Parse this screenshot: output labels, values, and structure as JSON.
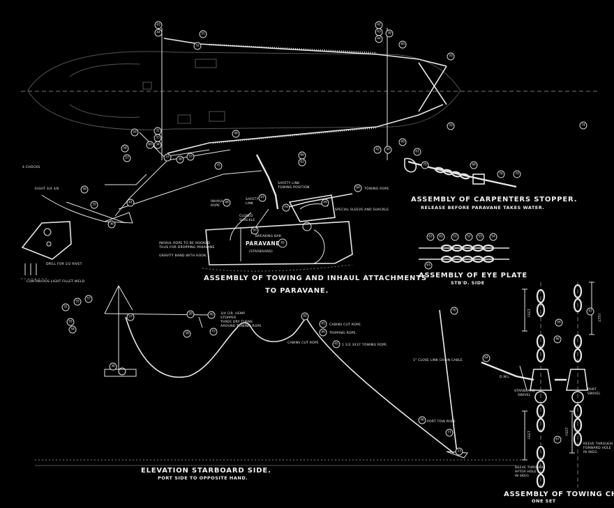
{
  "titles": {
    "towing_assembly": "ASSEMBLY OF TOWING AND INHAUL ATTACHMENTS",
    "towing_assembly_2": "TO PARAVANE.",
    "carpenters": "ASSEMBLY OF CARPENTERS STOPPER.",
    "carpenters_sub": "RELEASE BEFORE PARAVANE TAKES WATER.",
    "eye_plate": "ASSEMBLY OF EYE PLATE",
    "eye_plate_sub": "STB'D. SIDE",
    "elevation": "ELEVATION STARBOARD SIDE.",
    "elevation_sub": "PORT SIDE TO OPPOSITE HAND.",
    "towing_chains": "ASSEMBLY OF TOWING CHAINS",
    "towing_chains_sub": "ONE SET"
  },
  "paravane": {
    "label": "PARAVANE",
    "side": "(STARBOARD)",
    "number": "45"
  },
  "notes": {
    "towing_rope": "TOWING ROPE",
    "safety_link_position": "SAFETY LINK",
    "towing_position": "TOWING POSITION",
    "special_sleeve": "SPECIAL SLEEVE AND SHACKLE.",
    "inhaul_rope": "INHAUL",
    "inhaul_rope_2": "ROPE",
    "safety": "SAFETY",
    "link": "LINK",
    "closed": "CLOSED",
    "shackle": "SHACKLE",
    "breaking_bar": "BREAKING BAR",
    "inhaul_hooked": "INHAUL ROPE TO BE HOOKED",
    "inhaul_hooked_2": "THUS FOR DROPPING PARAVANE",
    "gravity_band": "GRAVITY BAND WITH HOOK.",
    "chocks": "4 CHOCKS",
    "eight": "EIGHT 3/4 3/8",
    "drill": "DRILL FOR 1/2 RIVET",
    "fillet": "CONTINUOUS LIGHT FILLET WELD",
    "stopper": "3/4 CIR. HEMP",
    "stopper_2": "STOPPER",
    "stopper_3": "THREE DRY TURNS",
    "stopper_4": "AROUND TOWING ROPE",
    "cabins_cut": "CABINS CUT ROPE.",
    "tripping": "TRIPPING ROPE.",
    "cabins_cut_rope": "CABINS CUT ROPE",
    "towing_rope_spec": "1 1/2 3X37 TOWING ROPE.",
    "close_link": "1\" CLOSE LINK CHAIN CABLE",
    "port_tow": "PORT TOW ROPE",
    "dwl": "D.W.L.",
    "stbd_swivel": "STARBOARD",
    "stbd_swivel_2": "SWIVEL",
    "port_swivel": "PORT",
    "port_swivel_2": "SWIVEL",
    "reeve_after": "REEVE THROUGH",
    "reeve_after_2": "AFTER HOLE",
    "reeve_after_3": "IN SKEG",
    "reeve_fwd": "REEVE THROUGH",
    "reeve_fwd_2": "FORWARD HOLE",
    "reeve_fwd_3": "IN SKEG",
    "feet_a": "FEET",
    "feet_b": "FEET",
    "feet_c": "FEET",
    "feet_d": "FEET"
  },
  "numbers": {
    "n31": "31",
    "n32": "32",
    "n33": "33",
    "n34": "34",
    "n35": "35",
    "n36": "36",
    "n37": "37",
    "n38": "38",
    "n39": "39",
    "n40": "40",
    "n41": "41",
    "n42": "42",
    "n43": "43",
    "n44": "44",
    "n45": "45",
    "n46": "46",
    "n47": "47",
    "n48": "48",
    "n49": "49",
    "n50": "50",
    "n51": "51",
    "n52": "52",
    "n53": "53",
    "n54": "54",
    "n55": "55",
    "n56": "56",
    "n57": "57",
    "n58": "58",
    "n59": "59",
    "n60": "60",
    "n61": "61",
    "n62": "62",
    "n63": "63",
    "n64": "64",
    "n65": "65",
    "n66": "66",
    "n67": "67",
    "n68": "68",
    "n69": "69",
    "n70": "70",
    "n71": "71",
    "n72": "72",
    "n73": "73",
    "n74": "74",
    "n75": "75",
    "n76": "76"
  }
}
